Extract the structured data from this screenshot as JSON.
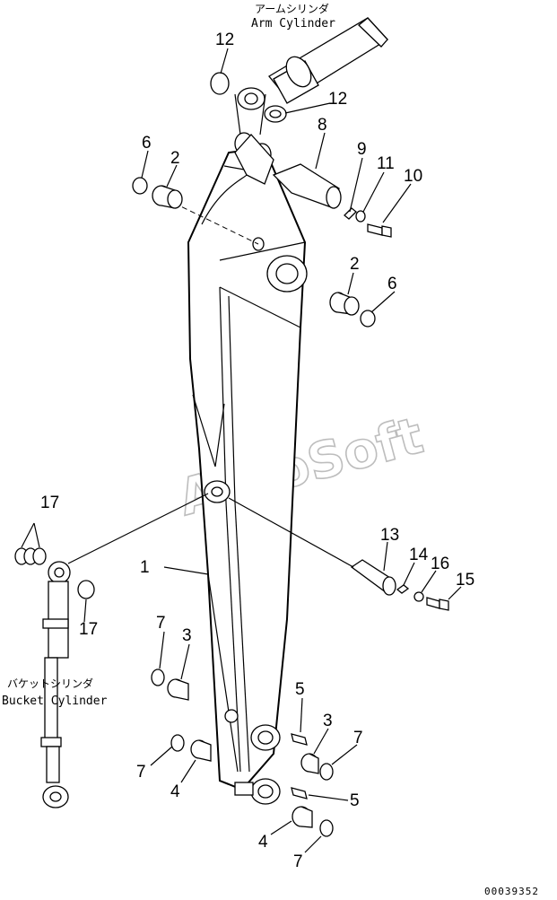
{
  "labels": {
    "arm_cylinder_jp": "アームシリンダ",
    "arm_cylinder_en": "Arm Cylinder",
    "bucket_cylinder_jp": "バケットシリンダ",
    "bucket_cylinder_en": "Bucket Cylinder"
  },
  "watermark": "AutoSoft",
  "drawing_code": "00039352",
  "parts": {
    "p12a": "12",
    "p12b": "12",
    "p8": "8",
    "p6a": "6",
    "p2a": "2",
    "p9": "9",
    "p11": "11",
    "p10": "10",
    "p2b": "2",
    "p6b": "6",
    "p17a": "17",
    "p13": "13",
    "p14": "14",
    "p16": "16",
    "p15": "15",
    "p1": "1",
    "p17b": "17",
    "p7a": "7",
    "p3a": "3",
    "p5a": "5",
    "p3b": "3",
    "p7b": "7",
    "p7c": "7",
    "p4a": "4",
    "p5b": "5",
    "p4b": "4",
    "p7d": "7"
  }
}
